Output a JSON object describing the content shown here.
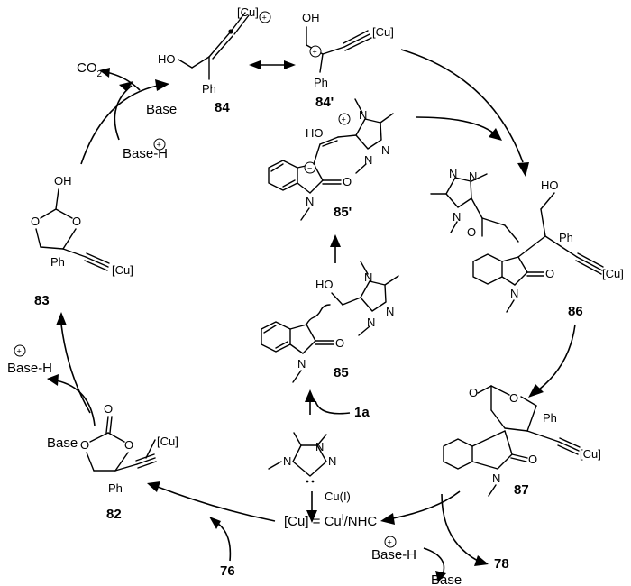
{
  "labels": {
    "cu_ligand": "[Cu] = Cu",
    "cu_super": "I",
    "cu_ligand_tail": "/NHC",
    "cu1": "Cu(I)",
    "base_h": "Base-H",
    "base": "Base",
    "co2": "CO",
    "co2_sub": "2",
    "cu": "[Cu]",
    "ph": "Ph",
    "ho": "HO",
    "oh": "OH",
    "o": "O",
    "n": "N",
    "plus": "+",
    "minus": "−"
  },
  "compounds": {
    "c84": "84",
    "c84p": "84'",
    "c85p": "85'",
    "c85": "85",
    "c86": "86",
    "c87": "87",
    "c83": "83",
    "c82": "82",
    "c76": "76",
    "c78": "78",
    "c1a": "1a"
  }
}
